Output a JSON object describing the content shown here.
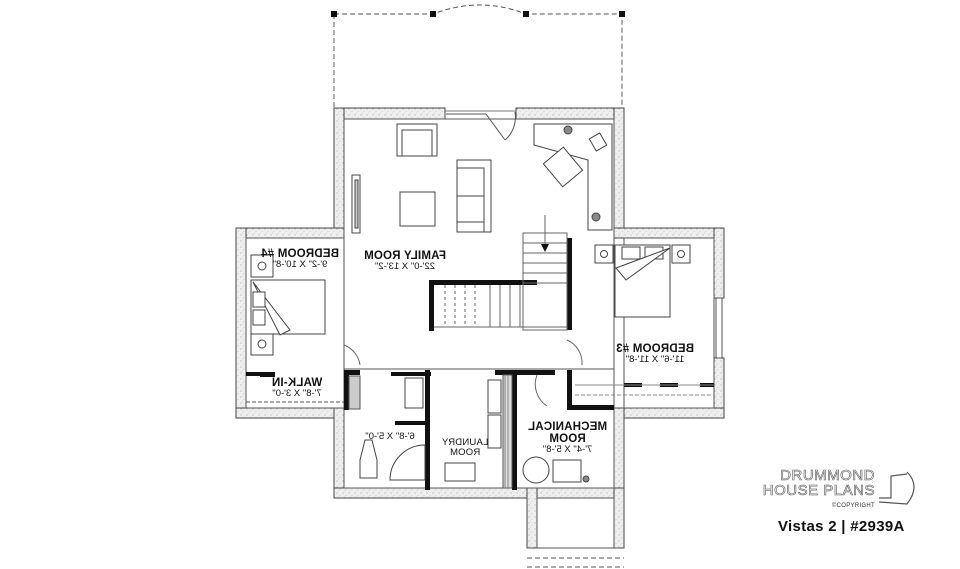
{
  "plan": {
    "orientation": "mirrored",
    "rooms": [
      {
        "id": "family-room",
        "name": "FAMILY ROOM",
        "dims": "22'-0\" X 13'-2\""
      },
      {
        "id": "bedroom-4",
        "name": "BEDROOM #4",
        "dims": "9'-2\" X 10'-8\""
      },
      {
        "id": "bedroom-3",
        "name": "BEDROOM #3",
        "dims": "11'-6\" X 11'-8\""
      },
      {
        "id": "walk-in",
        "name": "WALK-IN",
        "dims": "7'-8\" X 3'-0\""
      },
      {
        "id": "bathroom",
        "name": "",
        "dims": "6'-8\" X 5'-0\""
      },
      {
        "id": "laundry-room",
        "name": "LAUNDRY",
        "name2": "ROOM",
        "dims": ""
      },
      {
        "id": "mechanical-room",
        "name": "MECHANICAL",
        "name2": "ROOM",
        "dims": "7'-4\" X 5'-8\""
      }
    ]
  },
  "branding": {
    "line1": "DRUMMOND",
    "line2": "HOUSE PLANS",
    "copyright": "©COPYRIGHT",
    "title": "Vistas 2 | #2939A"
  },
  "colors": {
    "wall": "#111111",
    "insulation": "#d9d9d9",
    "line": "#555555",
    "background": "#ffffff"
  }
}
